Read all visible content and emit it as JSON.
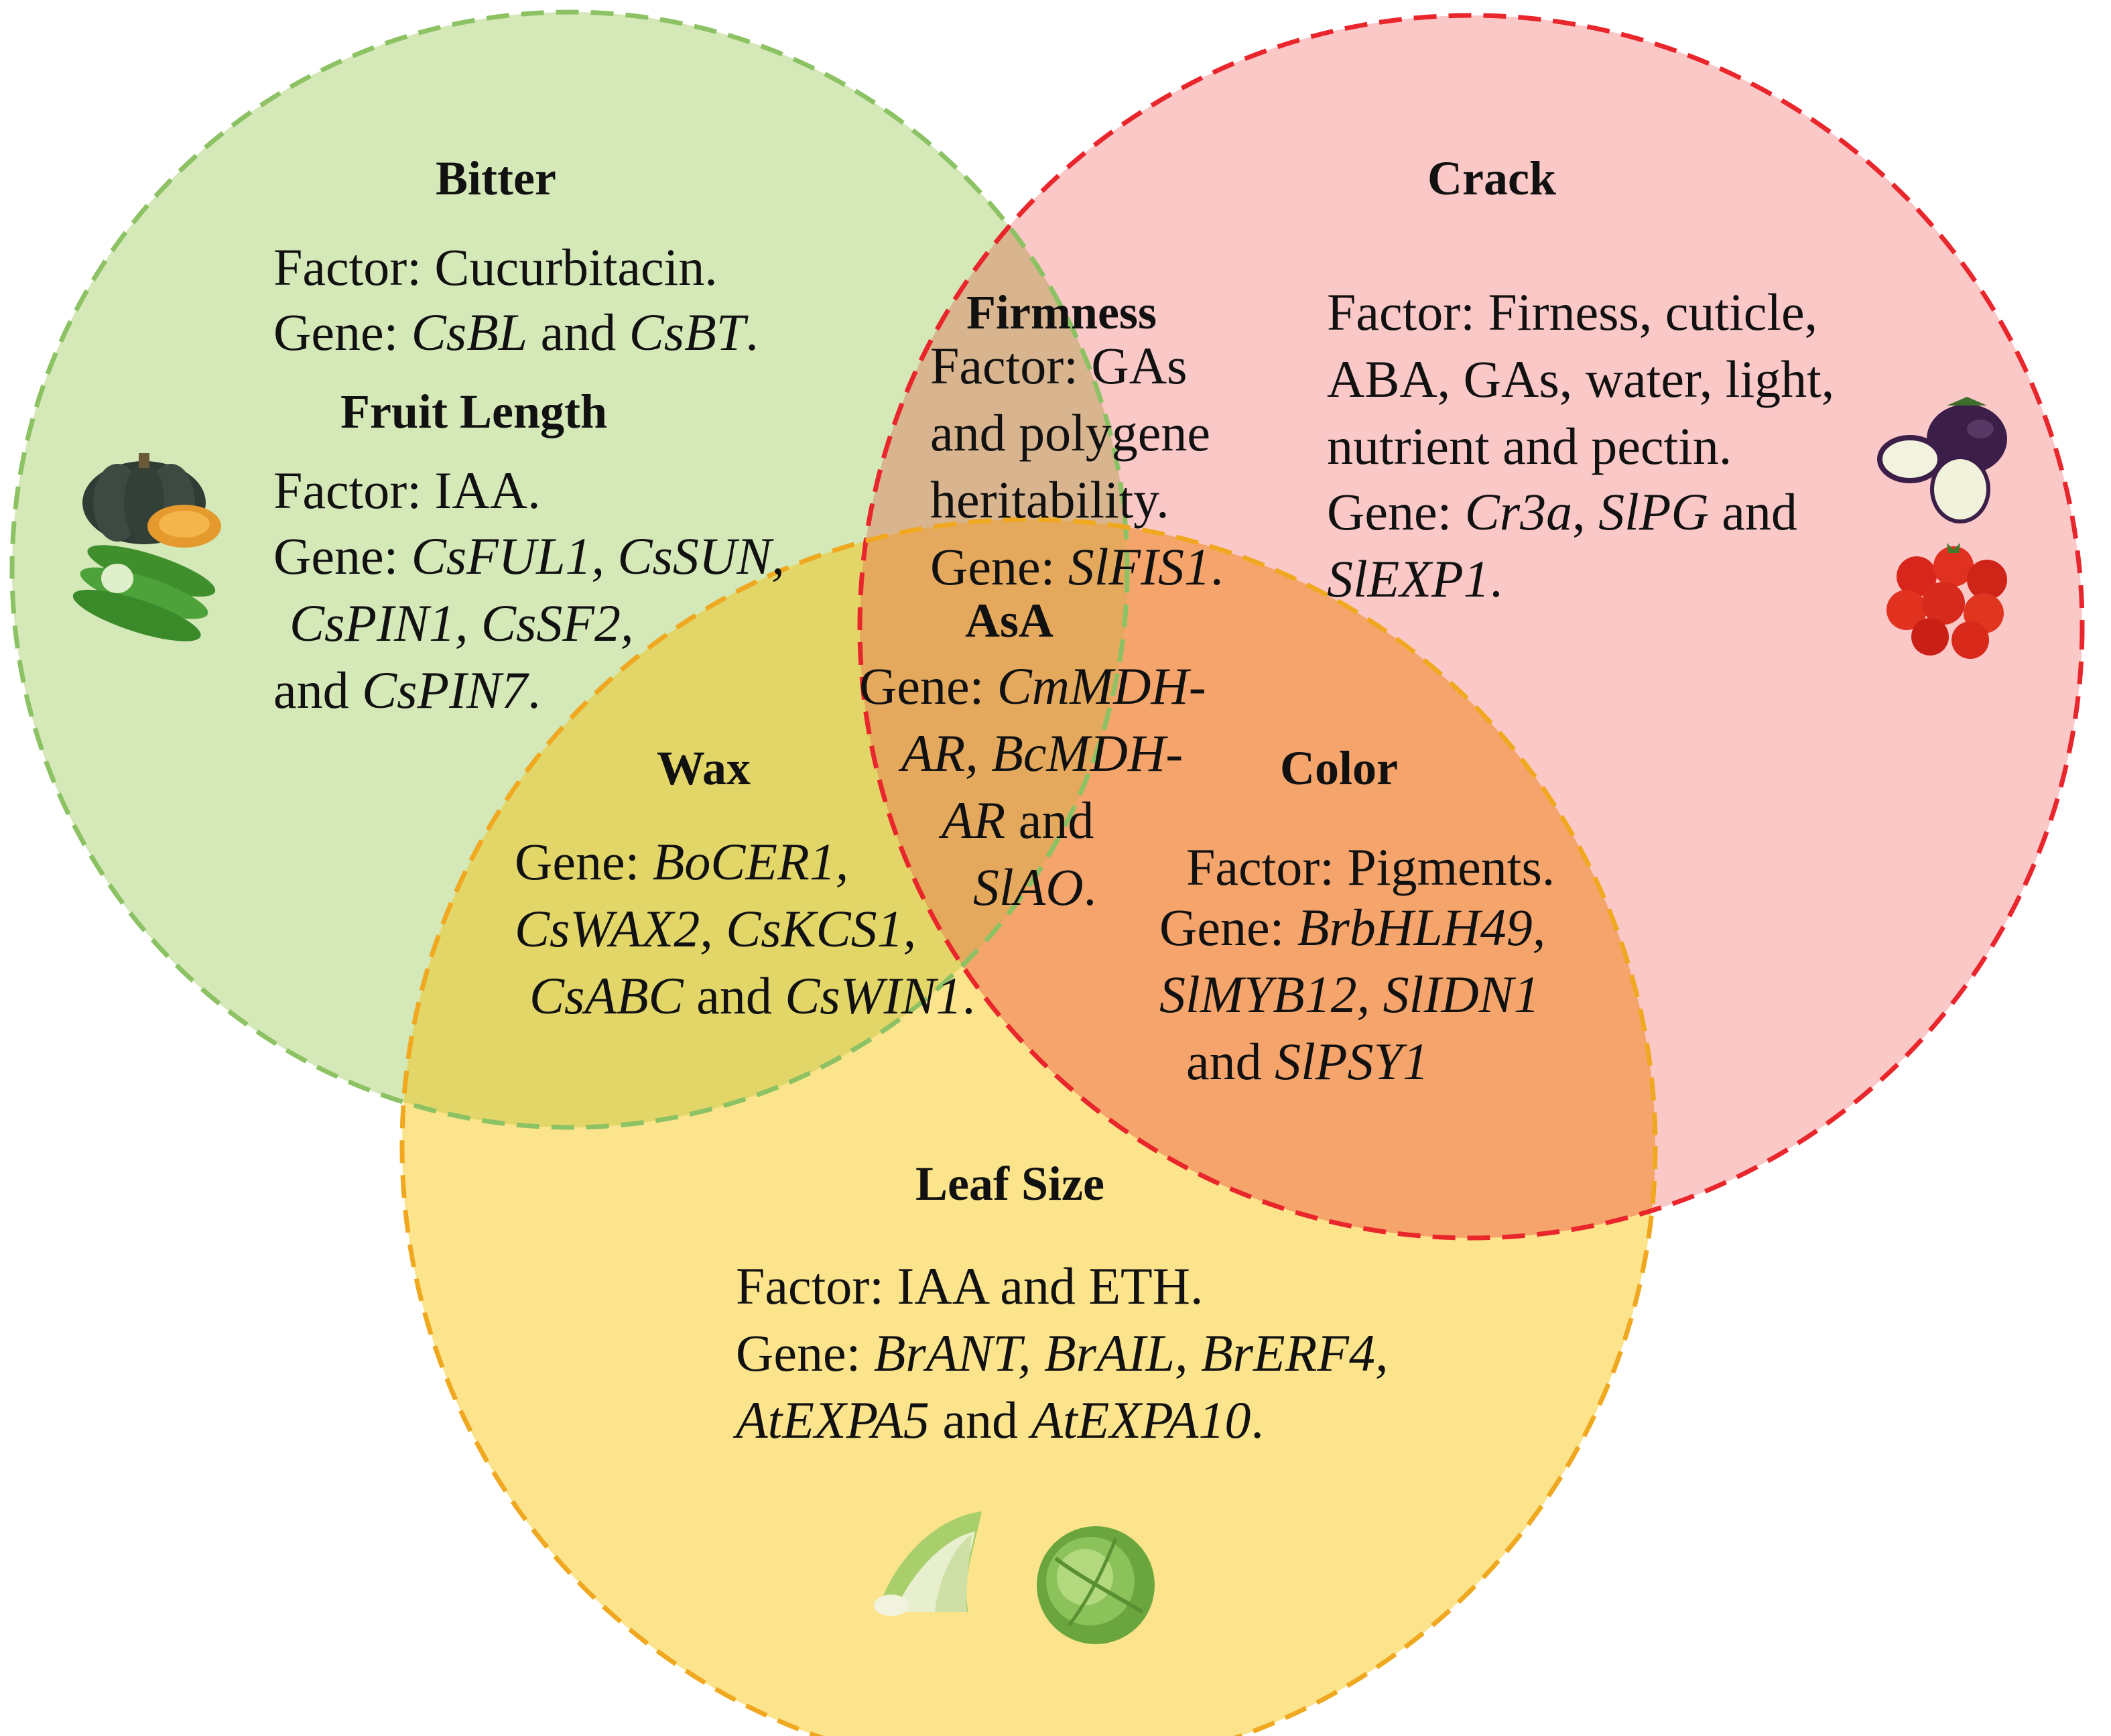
{
  "colors": {
    "green_fill": "#d4e8b8",
    "green_stroke": "#8cc264",
    "red_fill": "#fbc8c8",
    "red_stroke": "#e8262c",
    "yellow_fill": "#fce48c",
    "yellow_stroke": "#f0a820",
    "green_red_overlap": "#d9b58f",
    "green_yellow_overlap": "#e2d669",
    "red_yellow_overlap": "#f5a56b",
    "center_overlap": "#e4a95d"
  },
  "regions": {
    "bitter": {
      "title": "Bitter",
      "factor": "Factor: Cucurbitacin.",
      "gene_prefix": "Gene: ",
      "gene_1": "CsBL",
      "gene_and": " and ",
      "gene_2": "CsBT",
      "gene_end": "."
    },
    "fruit_length": {
      "title": "Fruit Length",
      "factor": "Factor: IAA.",
      "gene_prefix": "Gene: ",
      "line1_genes": "CsFUL1, CsSUN,",
      "line2_genes": "CsPIN1, CsSF2,",
      "line3_and": "and ",
      "line3_gene": "CsPIN7",
      "line3_end": "."
    },
    "firmness": {
      "title": "Firmness",
      "factor_line1": "Factor: GAs",
      "factor_line2": "and polygene",
      "factor_line3": "heritability.",
      "gene_prefix": "Gene: ",
      "gene": "SlFIS1",
      "gene_end": "."
    },
    "crack": {
      "title": "Crack",
      "factor_line1": "Factor: Firness, cuticle,",
      "factor_line2": "ABA, GAs, water, light,",
      "factor_line3": "nutrient and pectin.",
      "gene_prefix": "Gene: ",
      "gene_1": "Cr3a",
      "gene_sep": ", ",
      "gene_2": "SlPG",
      "gene_and": " and",
      "gene_3": "SlEXP1",
      "gene_end": "."
    },
    "asa": {
      "title": "AsA",
      "gene_prefix": "Gene: ",
      "line1_gene": "CmMDH-",
      "line2_gene": "AR, BcMDH-",
      "line3_gene": "AR",
      "line3_and": " and",
      "line4_gene": "SlAO",
      "line4_end": "."
    },
    "wax": {
      "title": "Wax",
      "gene_prefix": "Gene: ",
      "line1_gene": "BoCER1,",
      "line2_genes": "CsWAX2, CsKCS1,",
      "line3_gene_1": "CsABC",
      "line3_and": " and ",
      "line3_gene_2": "CsWIN1",
      "line3_end": "."
    },
    "color": {
      "title": "Color",
      "factor": "Factor: Pigments.",
      "gene_prefix": "Gene: ",
      "line1_gene": "BrbHLH49,",
      "line2_genes": "SlMYB12, SlIDN1",
      "line3_and": "and ",
      "line3_gene": "SlPSY1"
    },
    "leaf_size": {
      "title": "Leaf Size",
      "factor": "Factor: IAA and ETH.",
      "gene_prefix": "Gene: ",
      "line1_genes": "BrANT, BrAIL, BrERF4,",
      "line2_gene_1": "AtEXPA5",
      "line2_and": " and ",
      "line2_gene_2": "AtEXPA10",
      "line2_end": "."
    }
  },
  "icons": [
    "pumpkin-icon",
    "cucumber-icon",
    "eggplant-icon",
    "tomato-icon",
    "chinese-cabbage-icon",
    "cabbage-icon"
  ]
}
